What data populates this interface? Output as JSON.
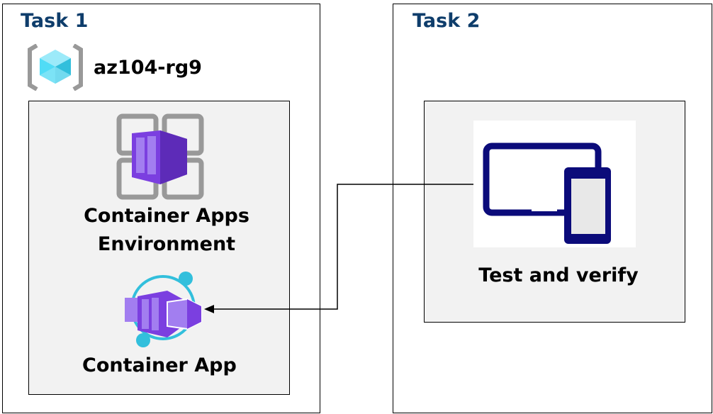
{
  "task1": {
    "title": "Task 1",
    "resource_group": {
      "name": "az104-rg9",
      "icon": "resource-group-icon"
    },
    "environment": {
      "label_line1": "Container Apps",
      "label_line2": "Environment",
      "icon": "container-apps-environment-icon"
    },
    "app": {
      "label": "Container App",
      "icon": "container-app-icon"
    }
  },
  "task2": {
    "title": "Task 2",
    "test": {
      "label": "Test and verify",
      "icon": "devices-icon"
    }
  },
  "colors": {
    "title": "#0e3d6b",
    "purple": "#7b3fe0",
    "cyan": "#32bfdc",
    "navy": "#0b0b7a",
    "panel": "#f2f2f2"
  }
}
